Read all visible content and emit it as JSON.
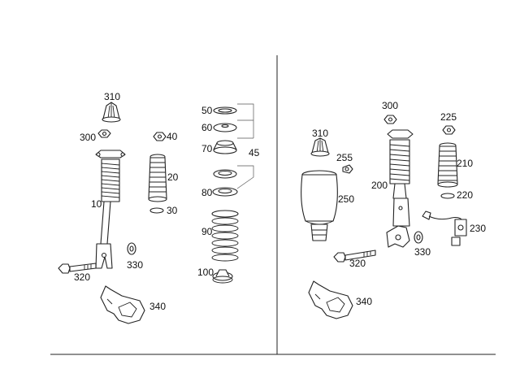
{
  "left": {
    "labels": [
      "310",
      "300",
      "40",
      "50",
      "60",
      "70",
      "45",
      "20",
      "80",
      "10",
      "30",
      "90",
      "330",
      "320",
      "100",
      "340"
    ]
  },
  "right": {
    "labels": [
      "310",
      "300",
      "225",
      "255",
      "210",
      "250",
      "200",
      "220",
      "230",
      "320",
      "330",
      "340"
    ]
  }
}
